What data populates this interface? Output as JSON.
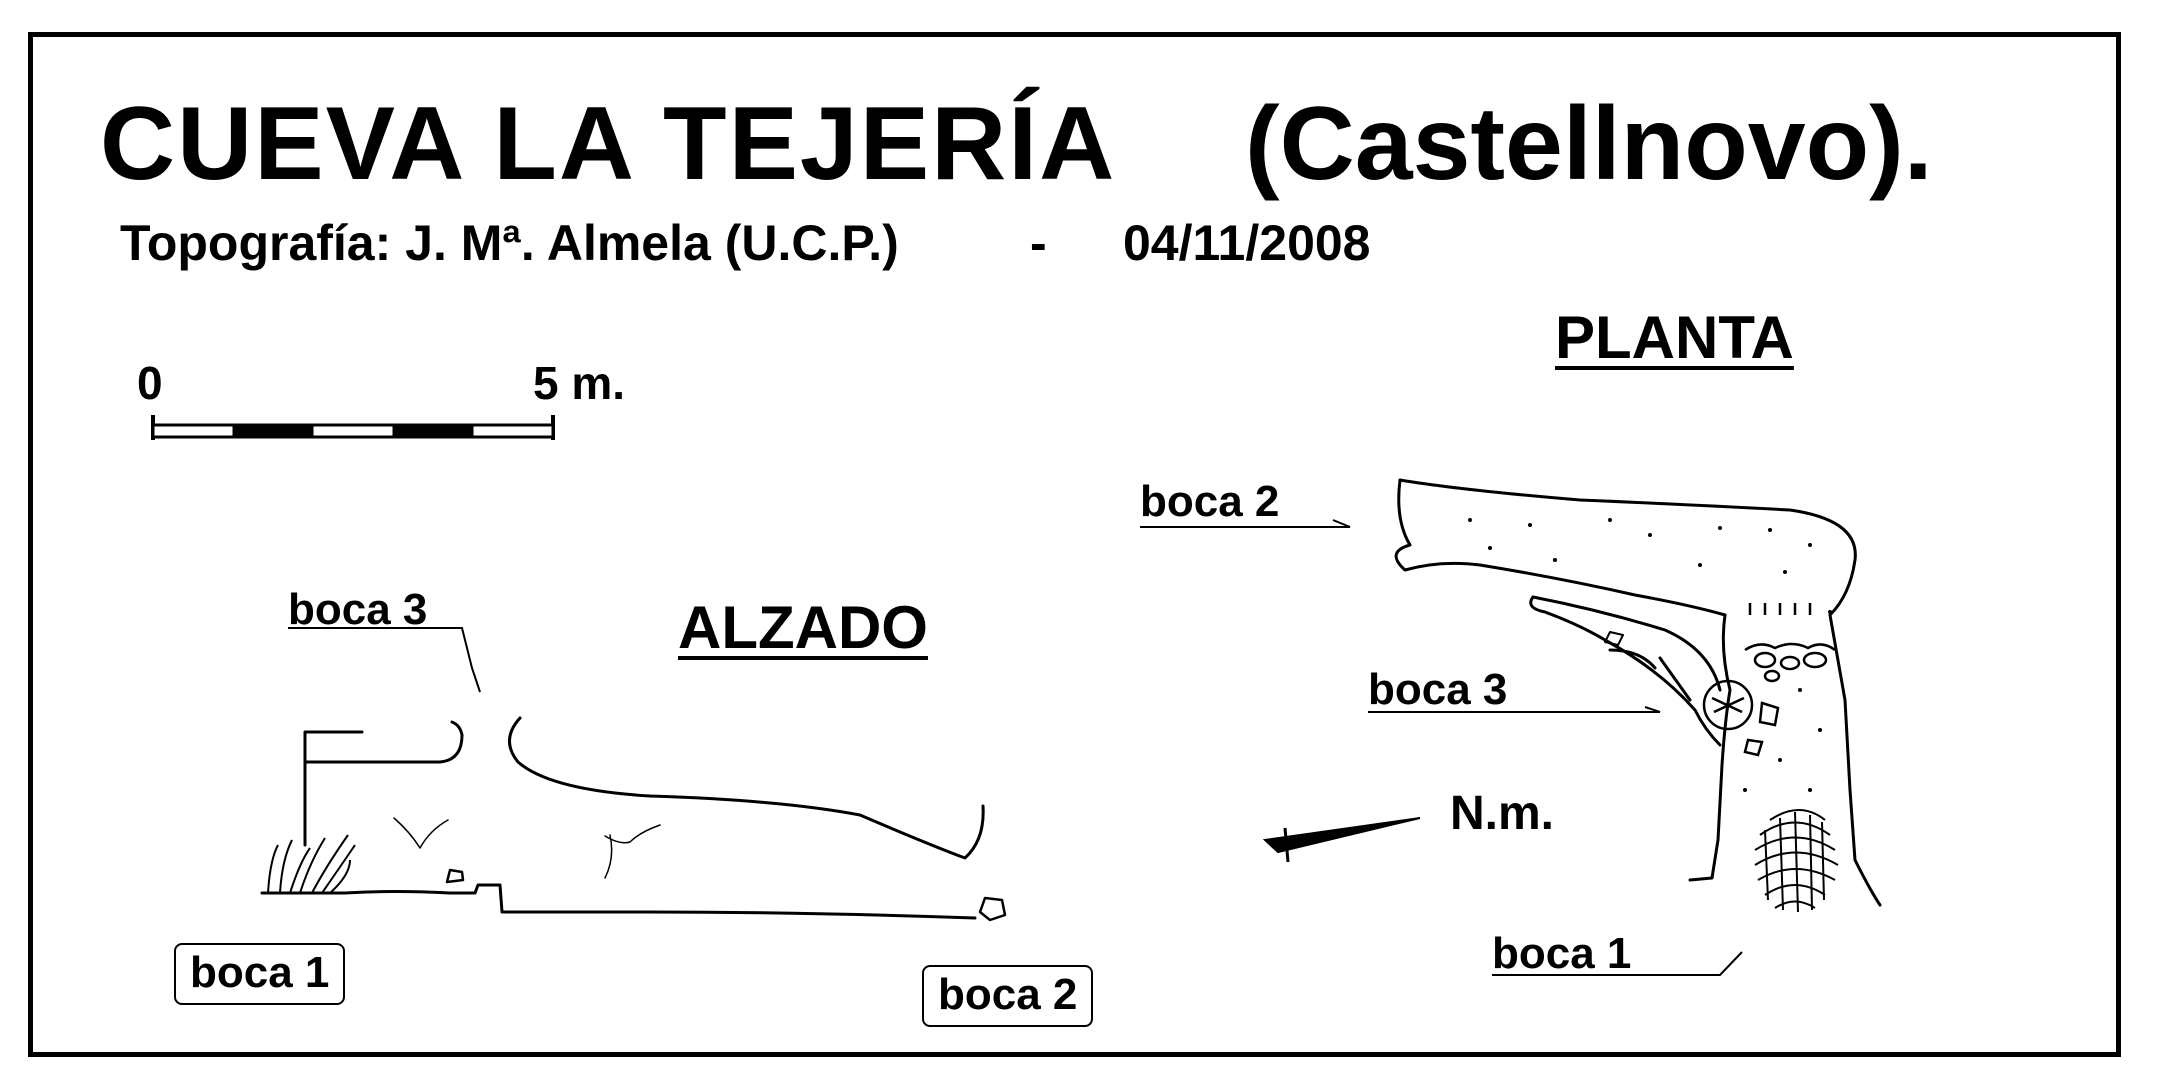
{
  "title": "CUEVA  LA  TEJERÍA",
  "title_location": "(Castellnovo).",
  "credit": {
    "label": "Topografía:  J. Mª. Almela  (U.C.P.)",
    "separator": "-",
    "date": "04/11/2008"
  },
  "scale": {
    "start_label": "0",
    "end_label": "5 m."
  },
  "views": {
    "plan_heading": "PLANTA",
    "elevation_heading": "ALZADO"
  },
  "elevation_labels": {
    "entrance_3": "boca 3",
    "entrance_1": "boca 1",
    "entrance_2": "boca 2"
  },
  "plan_labels": {
    "entrance_2": "boca 2",
    "entrance_3": "boca 3",
    "entrance_1": "boca 1"
  },
  "north_label": "N.m."
}
